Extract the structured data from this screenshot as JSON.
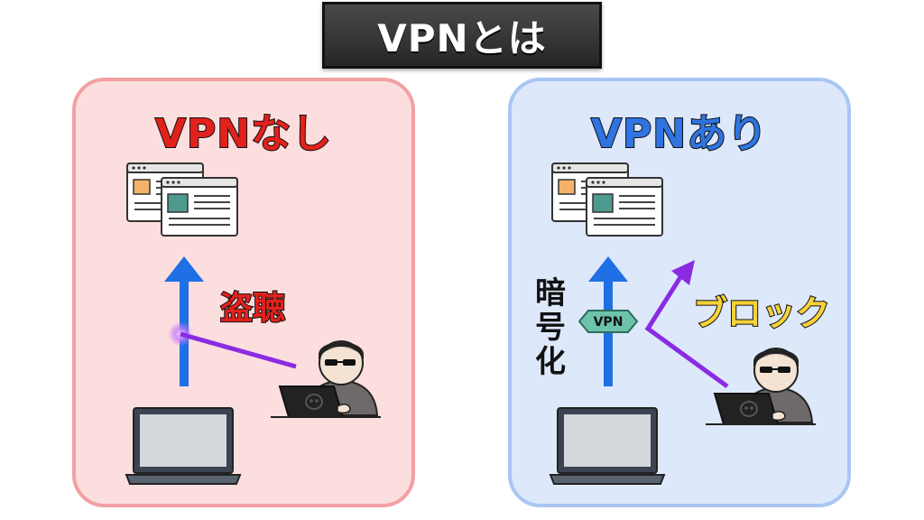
{
  "title": "VPNとは",
  "left_panel": {
    "heading": "VPNなし",
    "tap_label": "盗聴"
  },
  "right_panel": {
    "heading": "VPNあり",
    "encrypt_chars": [
      "暗",
      "号",
      "化"
    ],
    "vpn_badge": "VPN",
    "block_label": "ブロック"
  },
  "colors": {
    "left_bg": "#fddede",
    "left_border": "#f2a0a4",
    "right_bg": "#dde8fb",
    "right_border": "#a9c6f3",
    "arrow_blue": "#1f6fe5",
    "hacker_line": "#8a2be2",
    "red_text": "#e3211c",
    "blue_text": "#2f74e0",
    "yellow_text": "#f6d23a"
  },
  "icons": {
    "website": "browser-windows-icon",
    "laptop": "laptop-icon",
    "hacker": "hacker-icon",
    "skull": "skull-icon"
  }
}
